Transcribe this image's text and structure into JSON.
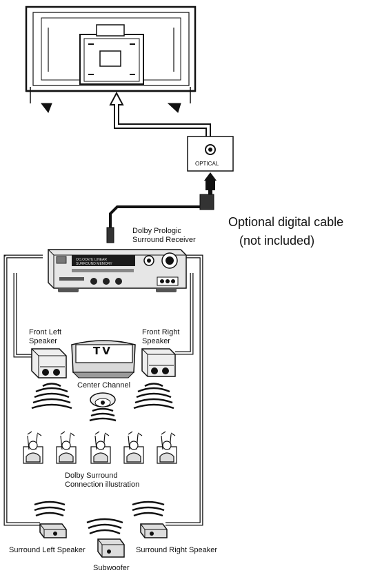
{
  "labels": {
    "optical": "OPTICAL",
    "cable_line1": "Optional digital cable",
    "cable_line2": "(not included)",
    "receiver_line1": "Dolby Prologic",
    "receiver_line2": "Surround Receiver",
    "front_left_line1": "Front Left",
    "front_left_line2": "Speaker",
    "front_right_line1": "Front Right",
    "front_right_line2": "Speaker",
    "tv_text": "TV",
    "center_channel": "Center Channel",
    "illustration_line1": "Dolby Surround",
    "illustration_line2": "Connection illustration",
    "surround_left": "Surround Left Speaker",
    "surround_right": "Surround Right Speaker",
    "subwoofer": "Subwoofer"
  },
  "colors": {
    "line": "#111111",
    "panel": "#d9d9d9",
    "shade": "#9a9a9a",
    "dark": "#333333"
  }
}
